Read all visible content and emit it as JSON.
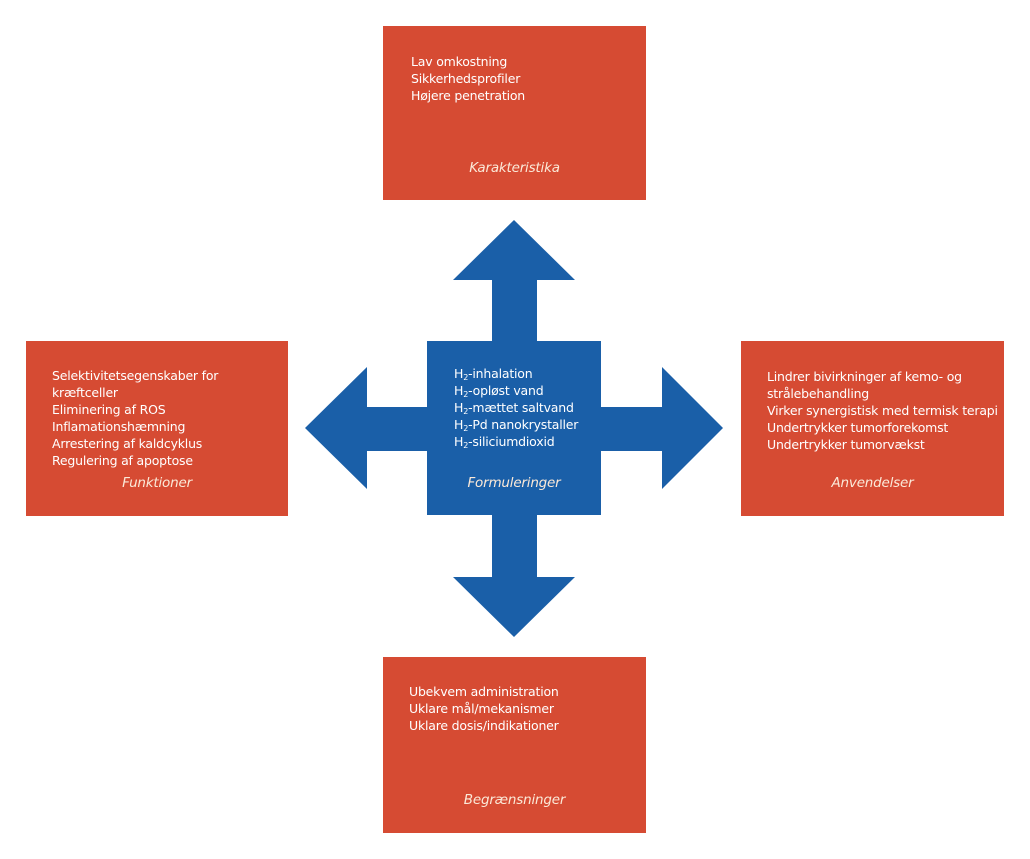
{
  "colors": {
    "box_fill": "#d64b33",
    "arrow_fill": "#1a5fa8",
    "title_text": "#fbe9d8",
    "body_text": "#ffffff"
  },
  "center": {
    "title": "Formuleringer",
    "items": [
      {
        "prefix": "H",
        "sub": "2",
        "text": "-inhalation"
      },
      {
        "prefix": "H",
        "sub": "2",
        "text": "-opløst vand"
      },
      {
        "prefix": "H",
        "sub": "2",
        "text": "-mættet saltvand"
      },
      {
        "prefix": "H",
        "sub": "2",
        "text": "-Pd nanokrystaller"
      },
      {
        "prefix": "H",
        "sub": "2",
        "text": "-siliciumdioxid"
      }
    ]
  },
  "top": {
    "title": "Karakteristika",
    "items": [
      "Lav omkostning",
      "Sikkerhedsprofiler",
      "Højere penetration"
    ]
  },
  "left": {
    "title": "Funktioner",
    "items": [
      "Selektivitetsegenskaber for",
      "kræftceller",
      "Eliminering af ROS",
      "Inflamationshæmning",
      "Arrestering af kaldcyklus",
      "Regulering af apoptose"
    ]
  },
  "right": {
    "title": "Anvendelser",
    "items": [
      "Lindrer bivirkninger af kemo- og",
      "strålebehandling",
      "Virker synergistisk med termisk terapi",
      "Undertrykker tumorforekomst",
      "Undertrykker tumorvækst"
    ]
  },
  "bottom": {
    "title": "Begrænsninger",
    "items": [
      "Ubekvem administration",
      "Uklare mål/mekanismer",
      "Uklare dosis/indikationer"
    ]
  }
}
